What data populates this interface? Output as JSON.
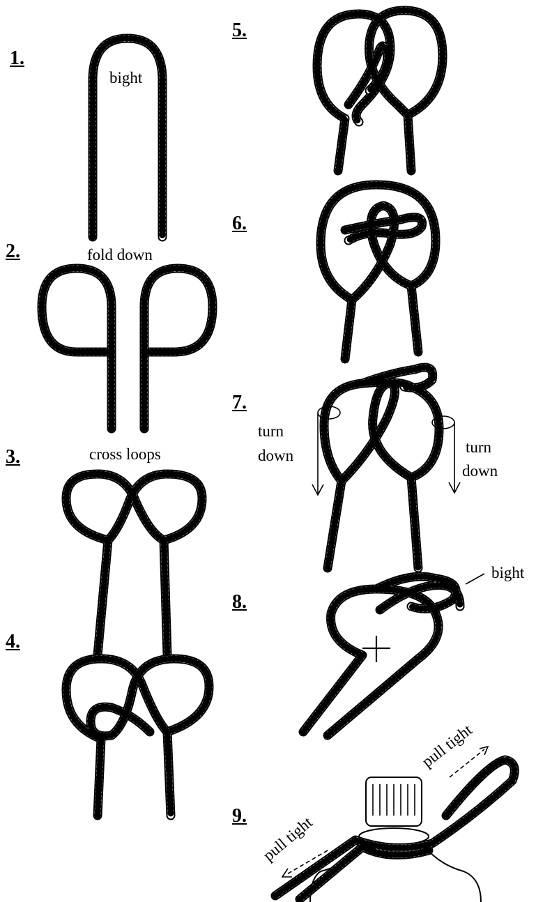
{
  "steps": [
    {
      "number": "1.",
      "caption": "bight"
    },
    {
      "number": "2.",
      "caption": "fold down"
    },
    {
      "number": "3.",
      "caption": "cross loops"
    },
    {
      "number": "4.",
      "caption": ""
    },
    {
      "number": "5.",
      "caption": ""
    },
    {
      "number": "6.",
      "caption": ""
    },
    {
      "number": "7.",
      "caption_left_1": "turn",
      "caption_left_2": "down",
      "caption_right_1": "turn",
      "caption_right_2": "down"
    },
    {
      "number": "8.",
      "caption": "bight"
    },
    {
      "number": "9.",
      "caption_right": "pull tight",
      "caption_left": "pull tight"
    }
  ],
  "colors": {
    "ink": "#000000",
    "paper": "#ffffff"
  }
}
